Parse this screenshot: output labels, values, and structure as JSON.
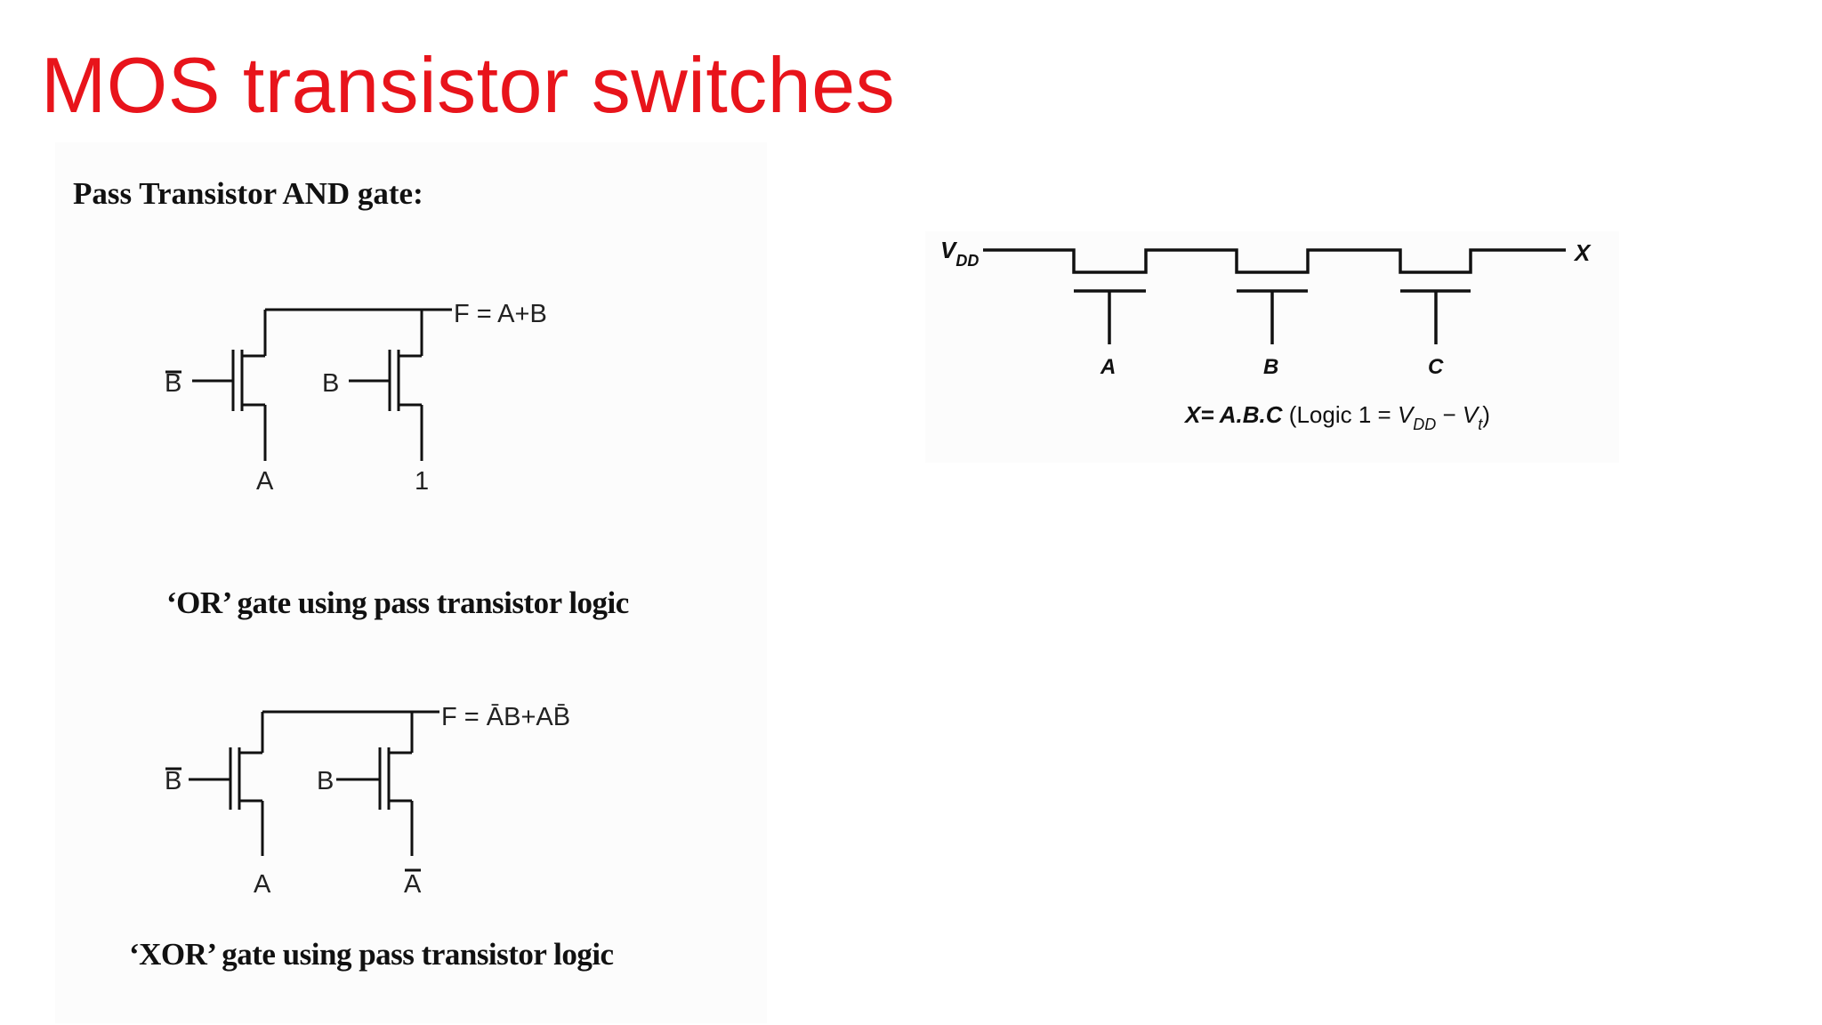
{
  "slide": {
    "title": "MOS transistor switches",
    "subtitle": "Pass Transistor AND gate:",
    "colors": {
      "title": "#e8141b",
      "wire": "#111111"
    }
  },
  "or_gate": {
    "output_label": "F = A+B",
    "gate1_label": "B",
    "gate2_label": "B",
    "input1_label": "A",
    "input2_label": "1",
    "caption": "‘OR’ gate using pass transistor logic"
  },
  "xor_gate": {
    "output_label": "F = ĀB+AB̄",
    "gate1_label": "B",
    "gate2_label": "B",
    "input1_label": "A",
    "input2_label": "A",
    "caption": "‘XOR’ gate using pass transistor logic"
  },
  "and_gate": {
    "vdd_label": "V",
    "vdd_sub": "DD",
    "out_label": "X",
    "gate_labels": [
      "A",
      "B",
      "C"
    ],
    "equation_main": "X= A.B.C",
    "equation_logic": "(Logic 1 = ",
    "eq_vdd": "V",
    "eq_vdd_sub": "DD",
    "eq_minus": " − ",
    "eq_vt": "V",
    "eq_vt_sub": "t",
    "eq_close": ")"
  }
}
